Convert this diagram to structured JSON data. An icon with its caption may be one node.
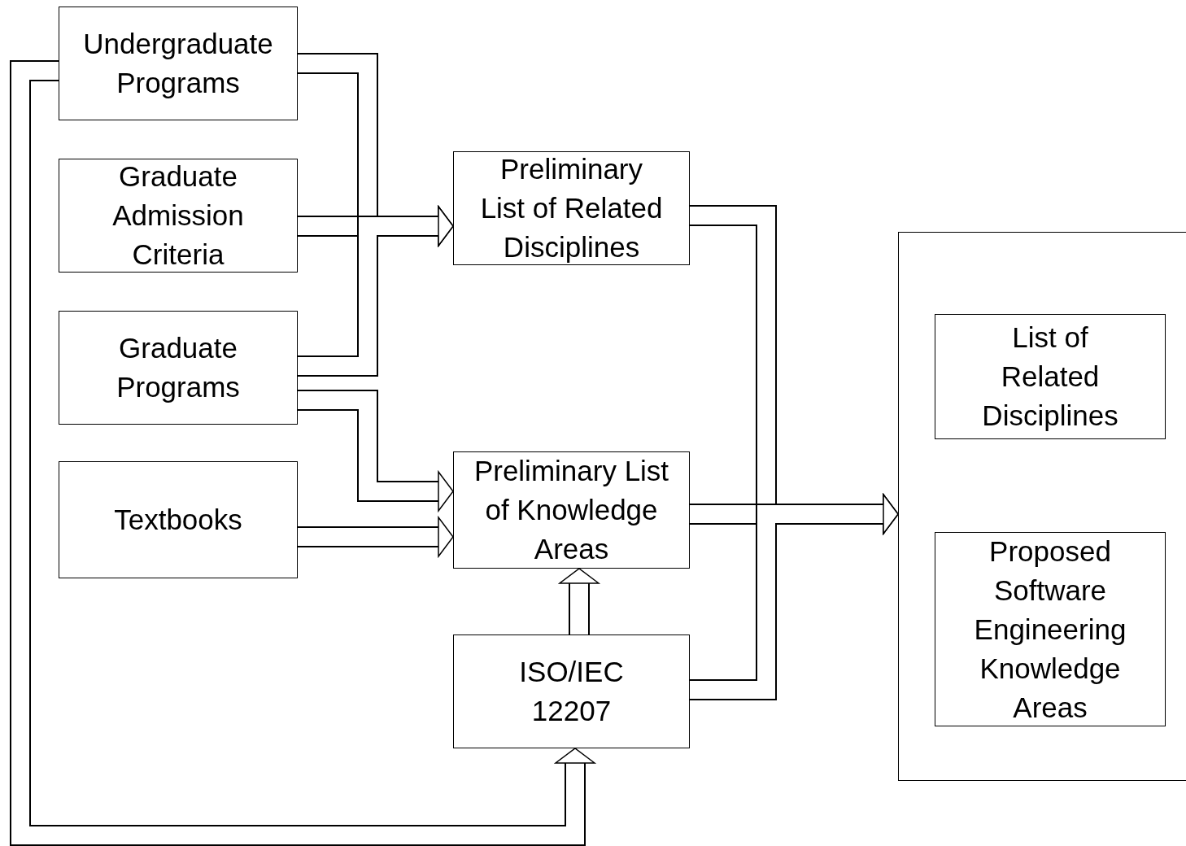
{
  "diagram": {
    "nodes": [
      {
        "text": [
          "Undergraduate Programs"
        ]
      },
      {
        "text": [
          "Graduate Admission Criteria"
        ]
      },
      {
        "text": [
          "Graduate Programs"
        ]
      },
      {
        "text": [
          "Textbooks"
        ]
      },
      {
        "text": [
          "Preliminary List of Related Disciplines"
        ]
      },
      {
        "text": [
          "Preliminary List of Knowledge Areas"
        ]
      },
      {
        "text": [
          "ISO/IEC 12207"
        ]
      },
      {
        "text": [],
        "shape": "box"
      },
      {
        "text": [
          "List of Related Disciplines"
        ],
        "in": 7
      },
      {
        "text": [
          "Proposed Software Engineering Knowledge Areas"
        ],
        "in": 7
      }
    ],
    "edges": [
      {
        "from": 0,
        "to": 4,
        "arrow": "to"
      },
      {
        "from": 1,
        "to": 4,
        "arrow": "to"
      },
      {
        "from": 2,
        "to": 4,
        "arrow": "to"
      },
      {
        "from": 2,
        "to": 5,
        "arrow": "to"
      },
      {
        "from": 3,
        "to": 5,
        "arrow": "to"
      },
      {
        "from": 6,
        "to": 5,
        "arrow": "to"
      },
      {
        "from": 0,
        "to": 6,
        "arrow": "to"
      },
      {
        "from": 4,
        "to": 7,
        "arrow": "to"
      },
      {
        "from": 5,
        "to": 7,
        "arrow": "to"
      },
      {
        "from": 6,
        "to": 7,
        "arrow": "to"
      }
    ]
  }
}
